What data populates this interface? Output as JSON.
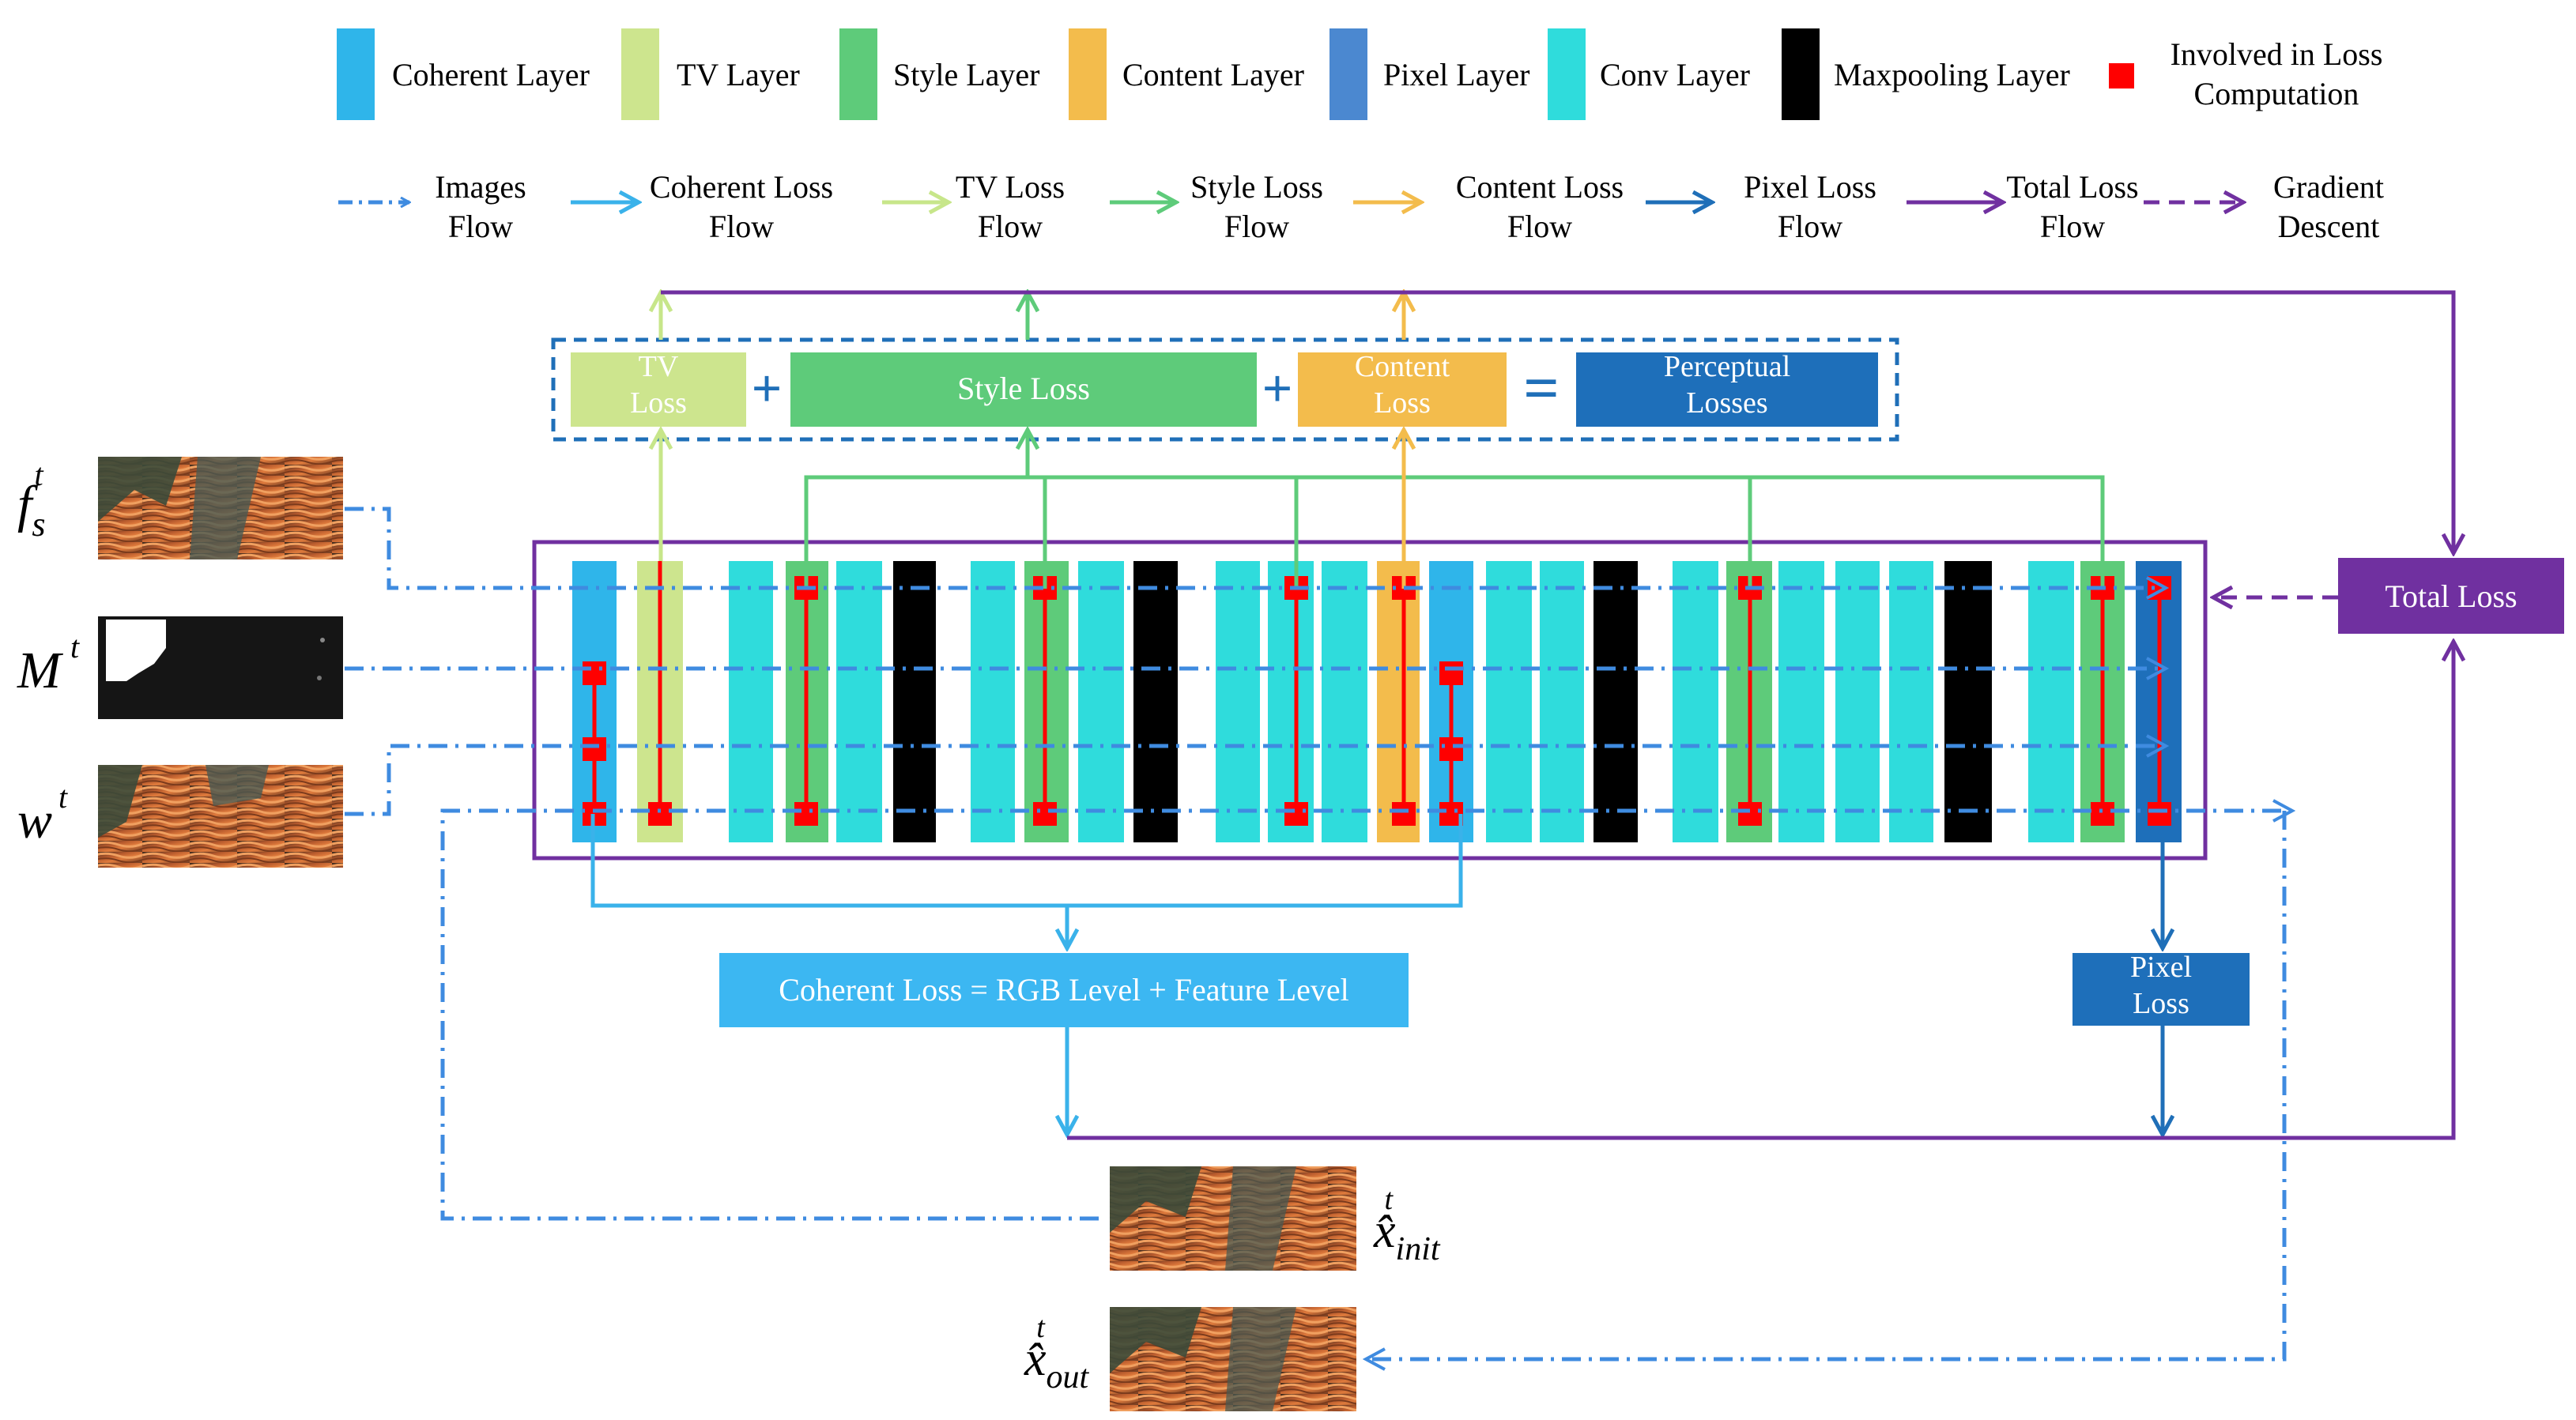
{
  "legend": {
    "layers": [
      {
        "label": "Coherent Layer",
        "color": "#2fb5ea"
      },
      {
        "label": "TV Layer",
        "color": "#cde58e"
      },
      {
        "label": "Style Layer",
        "color": "#5ecb7a"
      },
      {
        "label": "Content Layer",
        "color": "#f3bc4c"
      },
      {
        "label": "Pixel Layer",
        "color": "#4b88d0"
      },
      {
        "label": "Conv Layer",
        "color": "#2fdcdc"
      },
      {
        "label": "Maxpooling Layer",
        "color": "#000000"
      },
      {
        "label": "Involved in Loss Computation",
        "color": "#ff0000"
      }
    ],
    "flows": [
      {
        "label": "Images Flow",
        "color": "#3f8be0",
        "style": "dashdot"
      },
      {
        "label": "Coherent Loss Flow",
        "color": "#3ab2ea",
        "style": "solid"
      },
      {
        "label": "TV Loss Flow",
        "color": "#c7e68a",
        "style": "solid"
      },
      {
        "label": "Style Loss Flow",
        "color": "#5ecb7a",
        "style": "solid"
      },
      {
        "label": "Content Loss Flow",
        "color": "#f3bc4c",
        "style": "solid"
      },
      {
        "label": "Pixel Loss Flow",
        "color": "#1f6fb8",
        "style": "solid"
      },
      {
        "label": "Total Loss Flow",
        "color": "#7030a0",
        "style": "solid"
      },
      {
        "label": "Gradient Descent",
        "color": "#7030a0",
        "style": "dashed"
      }
    ]
  },
  "losses": {
    "tv": "TV Loss",
    "style": "Style Loss",
    "content": "Content Loss",
    "perceptual": "Perceptual Losses",
    "operators": [
      "+",
      "+",
      "="
    ],
    "total": "Total Loss",
    "coherent": "Coherent Loss = RGB Level + Feature Level",
    "pixel": "Pixel Loss"
  },
  "inputs": [
    {
      "symbol": "f",
      "sub": "s",
      "sup": "t",
      "thumbnail": "style-transfer-frame"
    },
    {
      "symbol": "M",
      "sub": "",
      "sup": "t",
      "thumbnail": "mask"
    },
    {
      "symbol": "w",
      "sub": "",
      "sup": "t",
      "thumbnail": "warped-frame"
    }
  ],
  "outputs": [
    {
      "symbol": "x̂",
      "sub": "init",
      "sup": "t",
      "thumbnail": "initial-output"
    },
    {
      "symbol": "x̂",
      "sub": "out",
      "sup": "t",
      "thumbnail": "final-output"
    }
  ],
  "colors": {
    "coherent": "#2fb5ea",
    "tv": "#cde58e",
    "style": "#5ecb7a",
    "content": "#f3bc4c",
    "pixel": "#1e6fba",
    "conv": "#2fdcdc",
    "maxpool": "#000000",
    "red": "#ff0000",
    "purple": "#7030a0",
    "imageflow": "#3f8be0",
    "perceptual": "#1e6fba",
    "coherentbox": "#3cb7f2"
  }
}
